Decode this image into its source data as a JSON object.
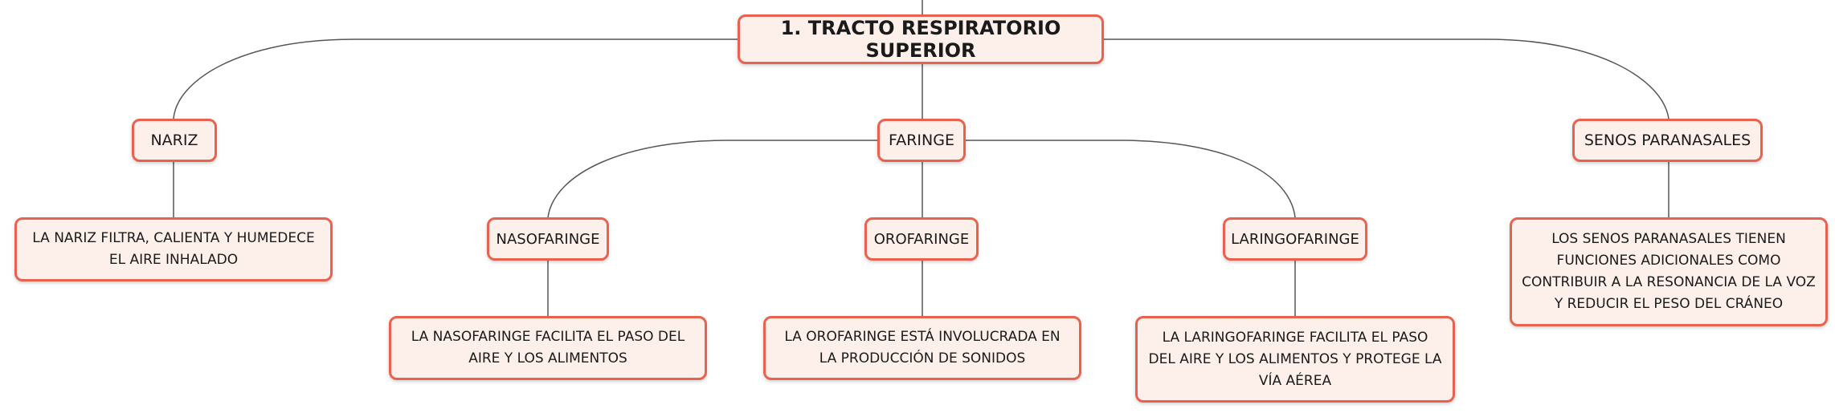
{
  "root": {
    "label": "1. TRACTO RESPIRATORIO SUPERIOR"
  },
  "nariz": {
    "label": "NARIZ",
    "description": "LA NARIZ FILTRA, CALIENTA Y HUMEDECE EL AIRE INHALADO"
  },
  "faringe": {
    "label": "FARINGE",
    "nasofaringe": {
      "label": "NASOFARINGE",
      "description": "LA NASOFARINGE FACILITA EL PASO DEL AIRE Y LOS ALIMENTOS"
    },
    "orofaringe": {
      "label": "OROFARINGE",
      "description": "LA OROFARINGE ESTÁ INVOLUCRADA EN LA PRODUCCIÓN DE SONIDOS"
    },
    "laringofaringe": {
      "label": "LARINGOFARINGE",
      "description": "LA LARINGOFARINGE FACILITA EL PASO DEL AIRE Y LOS ALIMENTOS Y PROTEGE LA VÍA AÉREA"
    }
  },
  "senos": {
    "label": "SENOS PARANASALES",
    "description": "LOS SENOS PARANASALES TIENEN FUNCIONES ADICIONALES COMO CONTRIBUIR A LA RESONANCIA DE LA VOZ Y REDUCIR EL PESO DEL CRÁNEO"
  },
  "colors": {
    "border": "#e8624f",
    "fill": "#fdf0ea",
    "line": "#555555"
  }
}
